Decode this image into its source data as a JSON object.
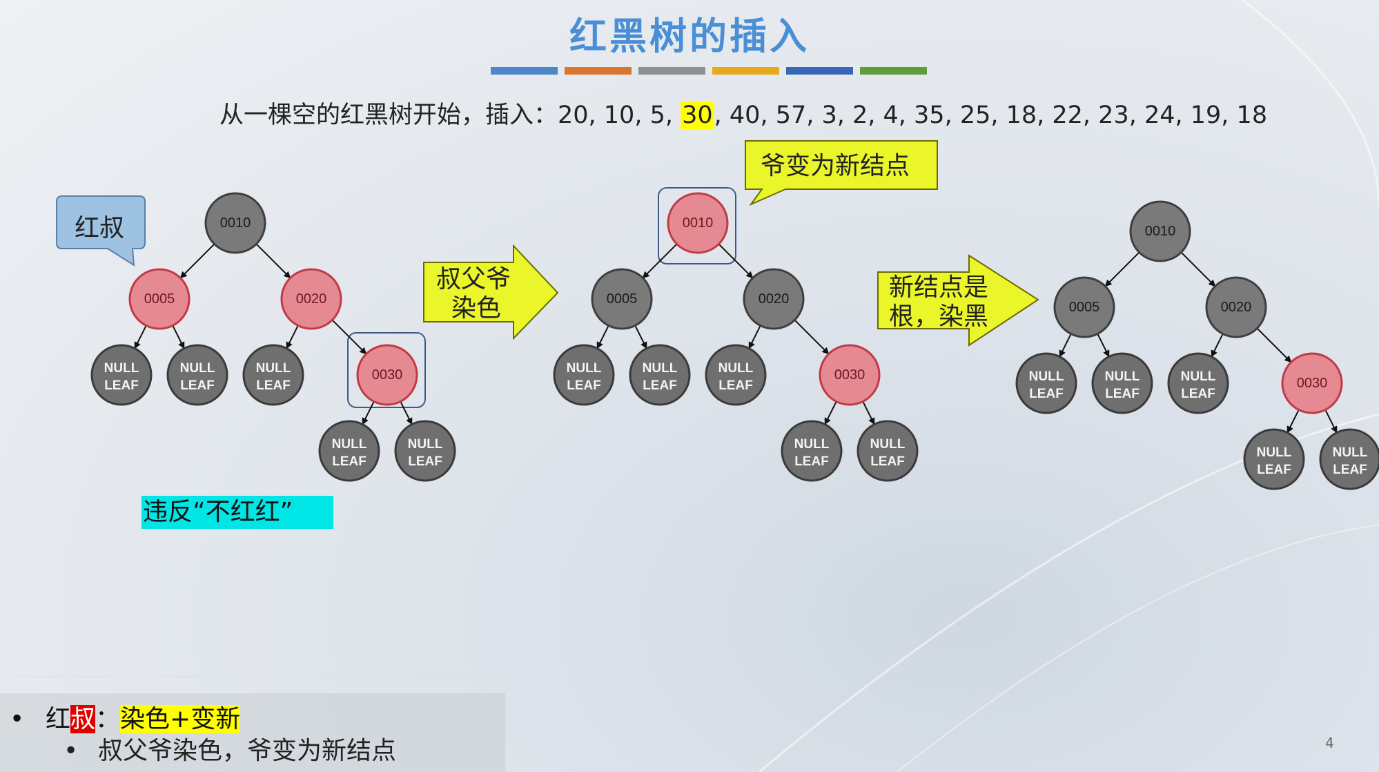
{
  "title": "红黑树的插入",
  "title_bar_colors": [
    "#4a86c8",
    "#d9762e",
    "#8f8f8f",
    "#e7a91c",
    "#3a66b6",
    "#5c9e3a"
  ],
  "intro": {
    "prefix": "从一棵空的红黑树开始，插入：20, 10, 5, ",
    "highlight": "30",
    "suffix": ", 40, 57, 3, 2, 4, 35, 25, 18, 22, 23, 24, 19, 18"
  },
  "labels": {
    "red_uncle": "红叔",
    "step1_line1": "叔父爷",
    "step1_line2": "染色",
    "grandpa_new": "爷变为新结点",
    "step2_line1": "新结点是",
    "step2_line2": "根，染黑",
    "violate": "违反“不红红”"
  },
  "null_leaf": [
    "NULL",
    "LEAF"
  ],
  "trees": [
    {
      "nodes": [
        {
          "key": "0010",
          "color": "black"
        },
        {
          "key": "0005",
          "color": "red"
        },
        {
          "key": "0020",
          "color": "red"
        },
        {
          "key": "0030",
          "color": "red"
        }
      ]
    },
    {
      "nodes": [
        {
          "key": "0010",
          "color": "red"
        },
        {
          "key": "0005",
          "color": "black"
        },
        {
          "key": "0020",
          "color": "black"
        },
        {
          "key": "0030",
          "color": "red"
        }
      ]
    },
    {
      "nodes": [
        {
          "key": "0010",
          "color": "black"
        },
        {
          "key": "0005",
          "color": "black"
        },
        {
          "key": "0020",
          "color": "black"
        },
        {
          "key": "0030",
          "color": "red"
        }
      ]
    }
  ],
  "bottom": {
    "line1_prefix": "红",
    "line1_red": "叔",
    "line1_colon": "：",
    "line1_yellow": "染色+变新",
    "line2": "叔父爷染色，爷变为新结点"
  },
  "page_number": "4"
}
